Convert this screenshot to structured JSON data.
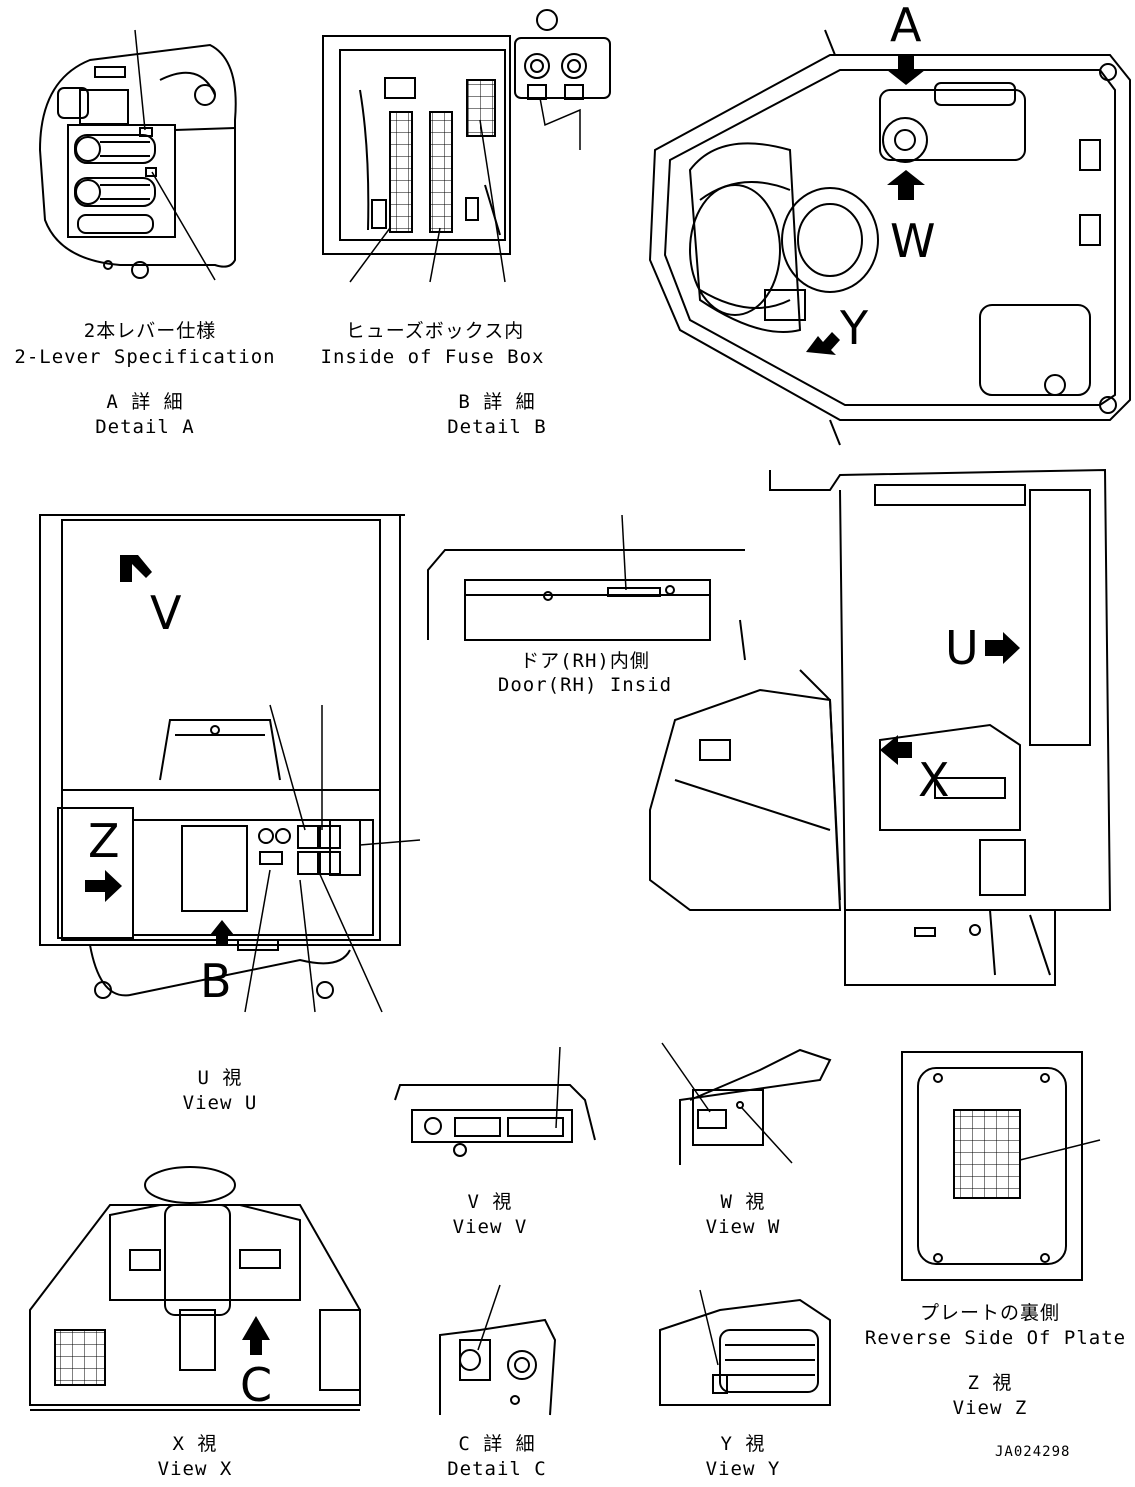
{
  "figure": {
    "document_id": "JA024298",
    "views": {
      "detail_a": {
        "spec_jp": "2本レバー仕様",
        "spec_en": "2-Lever Specification",
        "title_jp": "A 詳 細",
        "title_en": "Detail A"
      },
      "detail_b": {
        "spec_jp": "ヒューズボックス内",
        "spec_en": "Inside of Fuse Box",
        "title_jp": "B 詳 細",
        "title_en": "Detail B"
      },
      "door": {
        "title_jp": "ドア(RH)内側",
        "title_en": "Door(RH) Insid"
      },
      "view_u": {
        "title_jp": "U 視",
        "title_en": "View U"
      },
      "view_v": {
        "title_jp": "V 視",
        "title_en": "View V"
      },
      "view_w": {
        "title_jp": "W 視",
        "title_en": "View W"
      },
      "plate": {
        "title_jp": "プレートの裏側",
        "title_en": "Reverse Side Of Plate"
      },
      "view_z": {
        "title_jp": "Z 視",
        "title_en": "View Z"
      },
      "view_x": {
        "title_jp": "X 視",
        "title_en": "View X"
      },
      "detail_c": {
        "title_jp": "C 詳 細",
        "title_en": "Detail C"
      },
      "view_y": {
        "title_jp": "Y 視",
        "title_en": "View Y"
      }
    },
    "arrow_labels": {
      "a": "A",
      "w": "W",
      "y": "Y",
      "v": "V",
      "z": "Z",
      "b": "B",
      "u": "U",
      "x": "X",
      "c": "C"
    }
  }
}
